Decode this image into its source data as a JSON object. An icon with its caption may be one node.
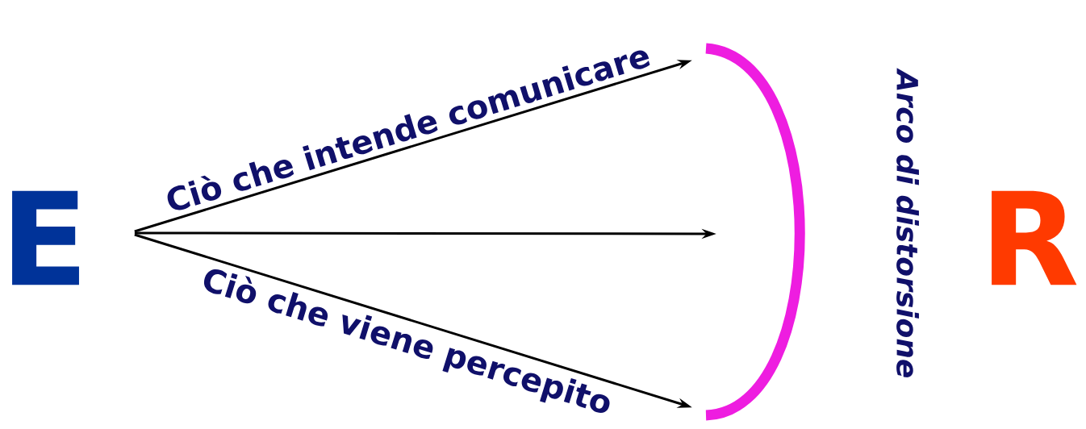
{
  "diagram": {
    "nodes": [
      {
        "text": [
          "E"
        ]
      },
      {
        "text": [
          "R"
        ]
      },
      {
        "text": [],
        "shape": "arc",
        "beside": [
          "Arco di distorsione"
        ]
      }
    ],
    "edges": [
      {
        "from": 0,
        "to": 2,
        "arrow": "to",
        "label": "Ciò che intende comunicare"
      },
      {
        "from": 0,
        "to": 2,
        "arrow": "to"
      },
      {
        "from": 0,
        "to": 2,
        "arrow": "to",
        "label": "Ciò che viene percepito"
      }
    ]
  }
}
